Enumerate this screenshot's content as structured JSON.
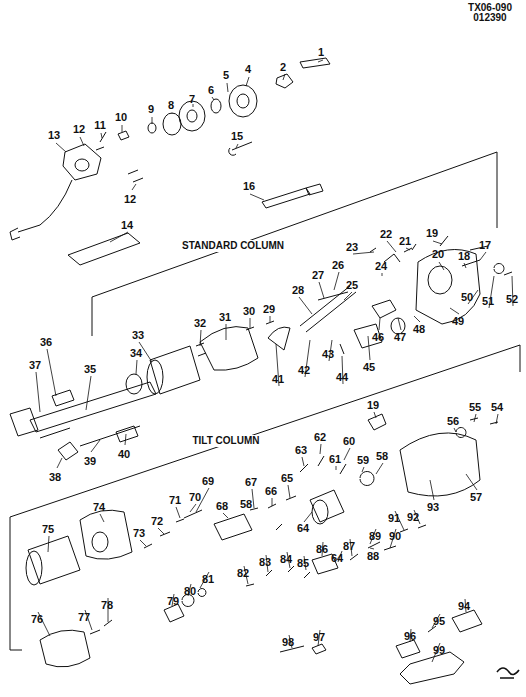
{
  "diagram": {
    "labels": [
      "TX06-090",
      "012390",
      "1",
      "2",
      "4",
      "5",
      "6",
      "7",
      "8",
      "9",
      "10",
      "11",
      "12",
      "13",
      "12",
      "15",
      "16",
      "14",
      "STANDARD COLUMN",
      "17",
      "18",
      "19",
      "20",
      "21",
      "22",
      "23",
      "24",
      "25",
      "26",
      "27",
      "28",
      "29",
      "30",
      "31",
      "32",
      "33",
      "34",
      "35",
      "36",
      "37",
      "38",
      "39",
      "40",
      "41",
      "42",
      "43",
      "44",
      "45",
      "46",
      "47",
      "48",
      "49",
      "50",
      "51",
      "52",
      "19",
      "TILT COLUMN",
      "54",
      "55",
      "56",
      "57",
      "58",
      "59",
      "60",
      "61",
      "62",
      "63",
      "64",
      "65",
      "66",
      "67",
      "68",
      "69",
      "70",
      "71",
      "72",
      "73",
      "74",
      "75",
      "58",
      "76",
      "77",
      "78",
      "79",
      "80",
      "81",
      "82",
      "83",
      "84",
      "85",
      "86",
      "87",
      "88",
      "89",
      "90",
      "91",
      "92",
      "93",
      "94",
      "95",
      "96",
      "97",
      "98",
      "99",
      "64"
    ]
  }
}
